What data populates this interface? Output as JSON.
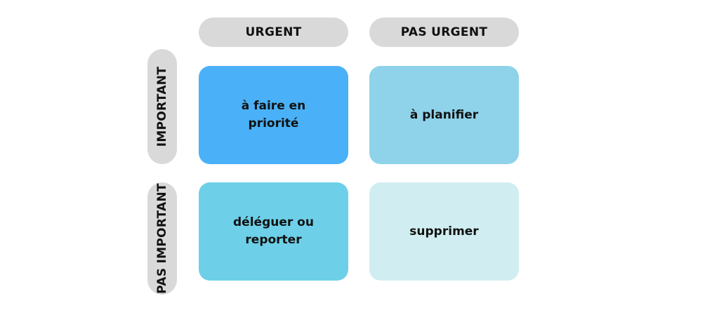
{
  "columns": {
    "urgent": "URGENT",
    "not_urgent": "PAS URGENT"
  },
  "rows": {
    "important": "IMPORTANT",
    "not_important": "PAS IMPORTANT"
  },
  "cells": {
    "important_urgent": "à faire en priorité",
    "important_not_urgent": "à planifier",
    "not_important_urgent": "déléguer ou reporter",
    "not_important_not_urgent": "supprimer"
  },
  "colors": {
    "header_pill": "#d9d9d9",
    "important_urgent": "#4ab1f8",
    "important_not_urgent": "#8ed3ea",
    "not_important_urgent": "#6dd0e8",
    "not_important_not_urgent": "#d0eef1"
  }
}
